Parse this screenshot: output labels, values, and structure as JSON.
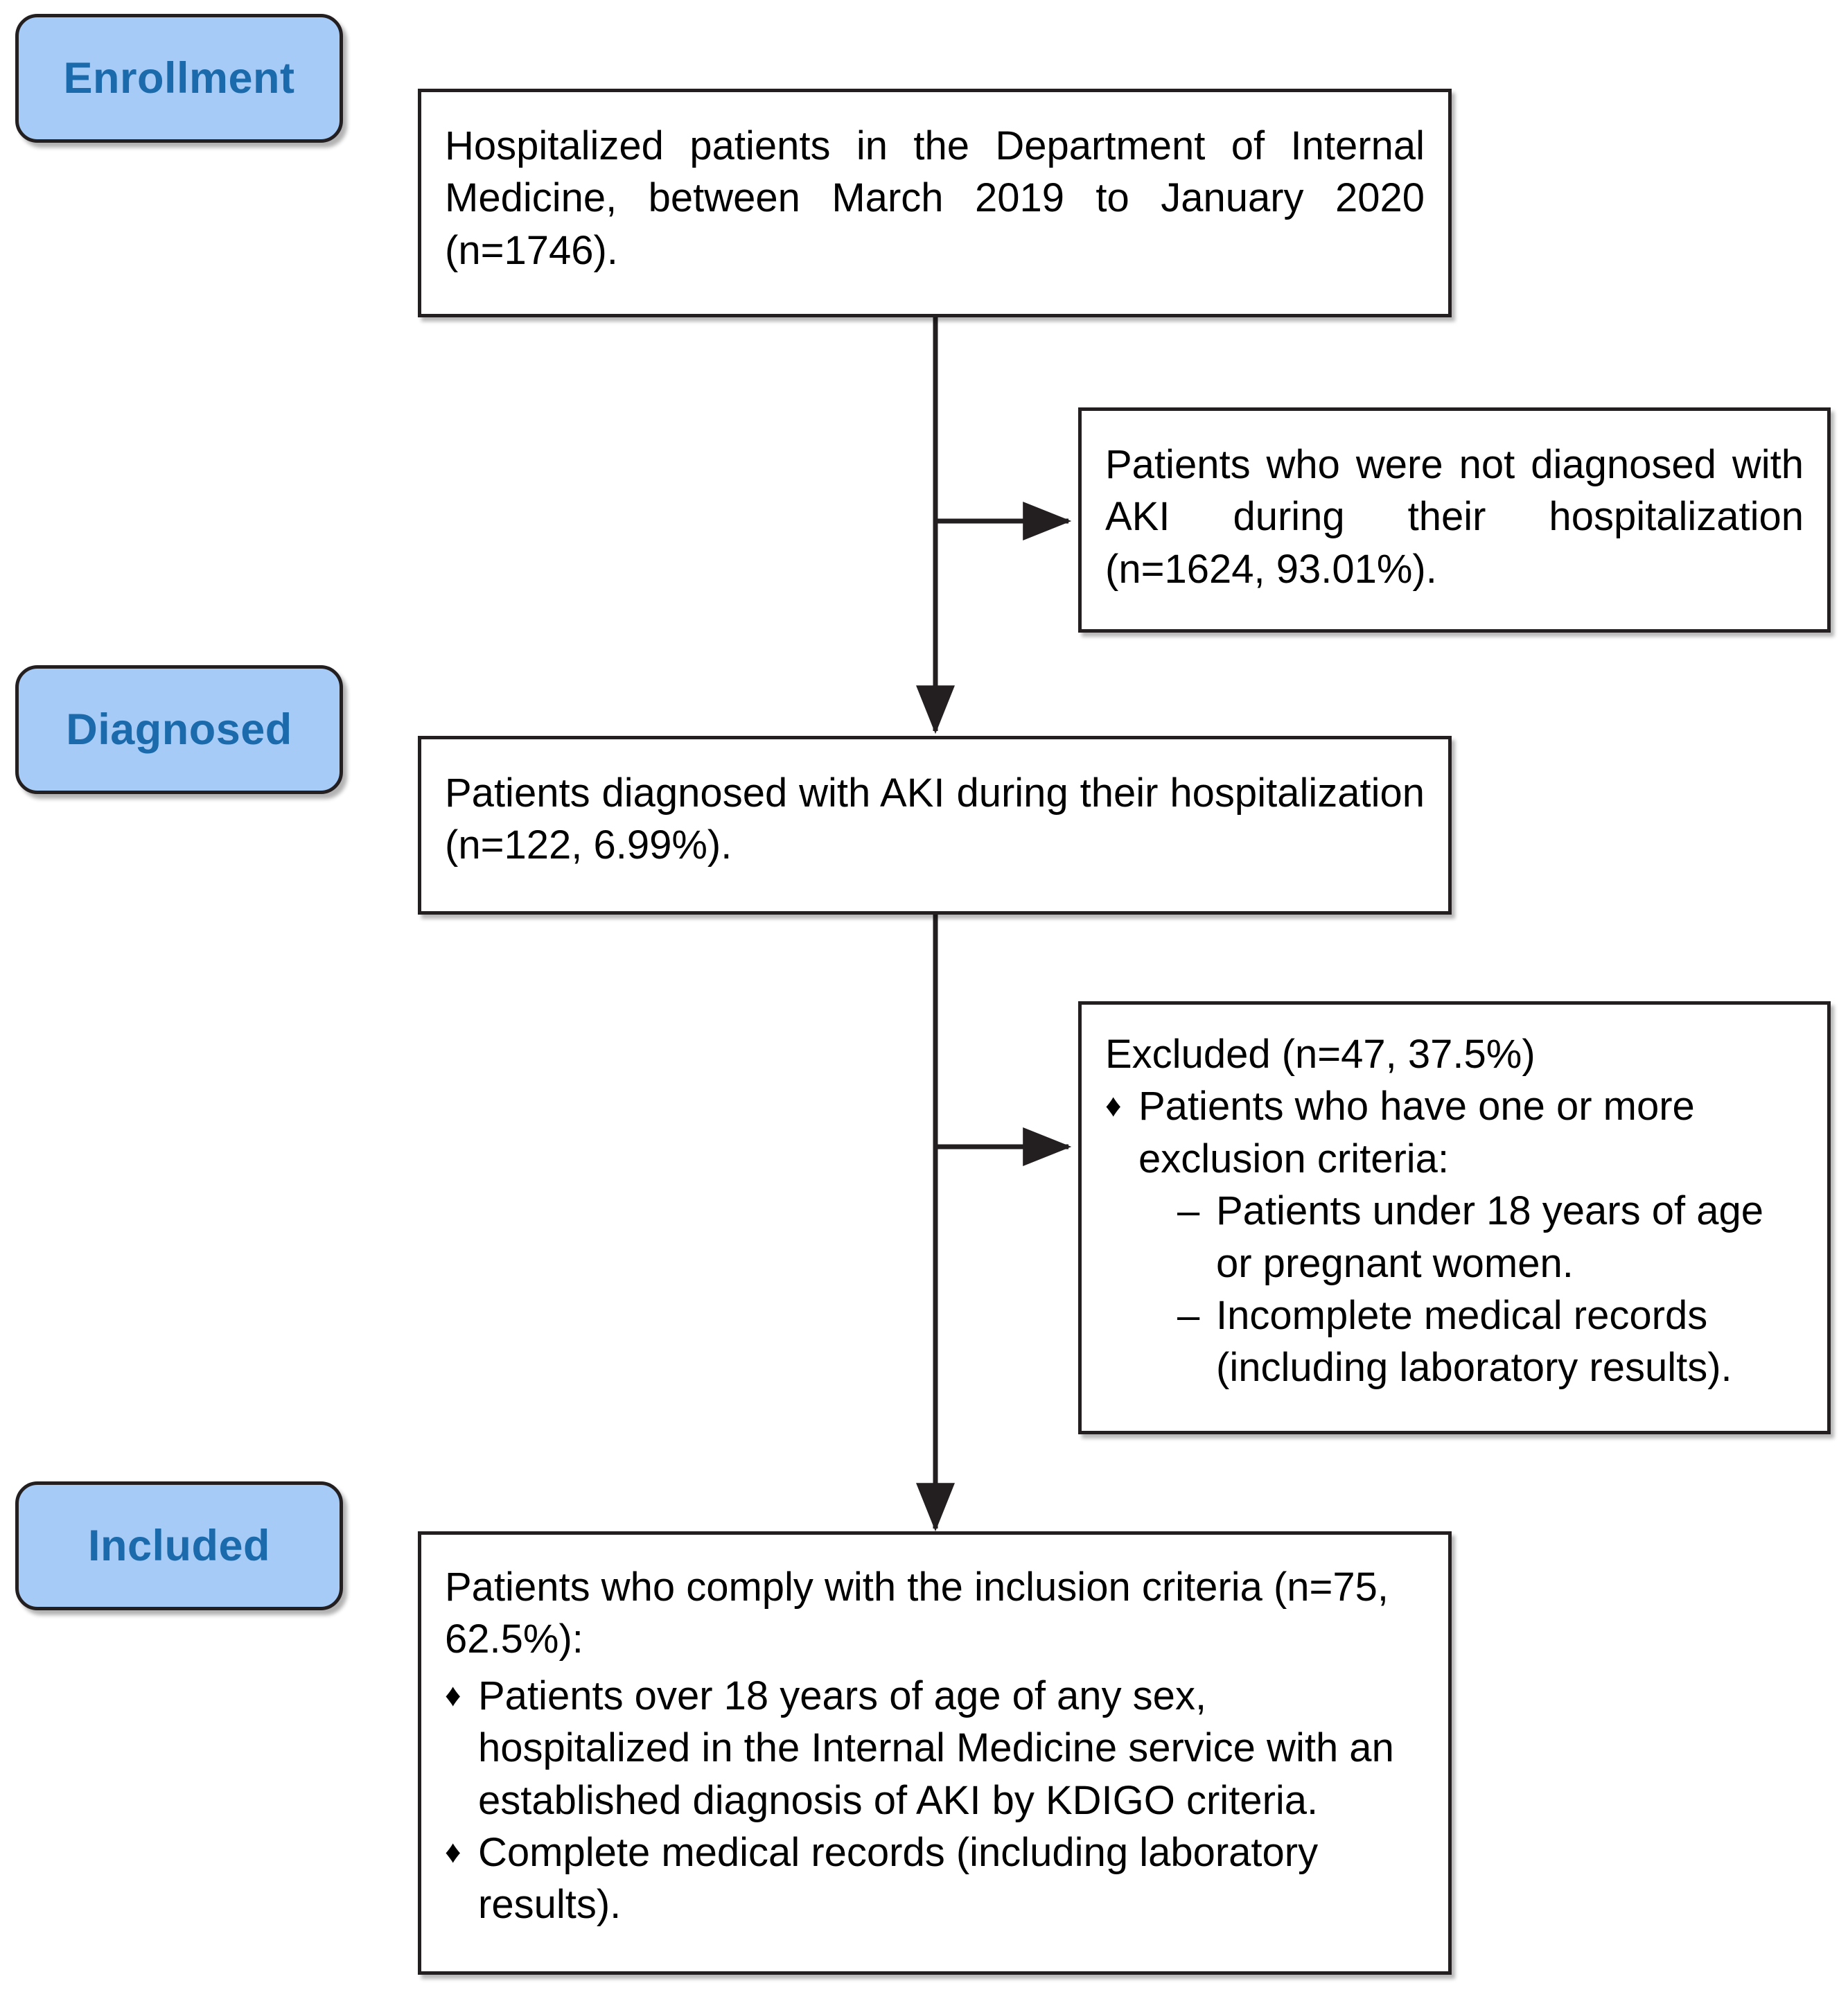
{
  "diagram": {
    "type": "flowchart",
    "title": "Patient selection flow diagram (AKI study)",
    "colors": {
      "badge_fill": "#a6cbf7",
      "badge_border": "#231f20",
      "badge_text": "#1b6aab",
      "box_fill": "#ffffff",
      "box_border": "#231f20",
      "connector": "#231f20"
    },
    "stages": [
      {
        "id": "enrollment",
        "label": "Enrollment"
      },
      {
        "id": "diagnosed",
        "label": "Diagnosed"
      },
      {
        "id": "included",
        "label": "Included"
      }
    ],
    "boxes": {
      "enrollment_box": {
        "id": "enrollment-box",
        "text": "Hospitalized patients in the Department of Internal Medicine, between March 2019 to January 2020 (n=1746)."
      },
      "not_diagnosed_box": {
        "id": "not-diagnosed-box",
        "text": "Patients who were not diagnosed with AKI during their hospitalization (n=1624, 93.01%)."
      },
      "diagnosed_box": {
        "id": "diagnosed-box",
        "text": "Patients diagnosed with AKI during their hospitalization (n=122, 6.99%)."
      },
      "excluded_box": {
        "id": "excluded-box",
        "heading": "Excluded (n=47, 37.5%)",
        "bullet_glyph": "♦",
        "dash_glyph": "–",
        "bullets": [
          {
            "text": "Patients who have one or more exclusion criteria:",
            "sub": [
              "Patients under 18 years of age or pregnant women.",
              "Incomplete medical records (including laboratory results)."
            ]
          }
        ]
      },
      "included_box": {
        "id": "included-box",
        "heading": "Patients who comply with the inclusion criteria (n=75, 62.5%):",
        "bullet_glyph": "♦",
        "bullets": [
          {
            "text": "Patients over 18 years of age of any sex, hospitalized in the Internal Medicine service with an established diagnosis of AKI by KDIGO criteria."
          },
          {
            "text": "Complete medical records (including laboratory results)."
          }
        ]
      }
    },
    "counts": {
      "total_hospitalized": 1746,
      "not_diagnosed_n": 1624,
      "not_diagnosed_pct": "93.01%",
      "diagnosed_n": 122,
      "diagnosed_pct": "6.99%",
      "excluded_n": 47,
      "excluded_pct": "37.5%",
      "included_n": 75,
      "included_pct": "62.5%"
    }
  }
}
